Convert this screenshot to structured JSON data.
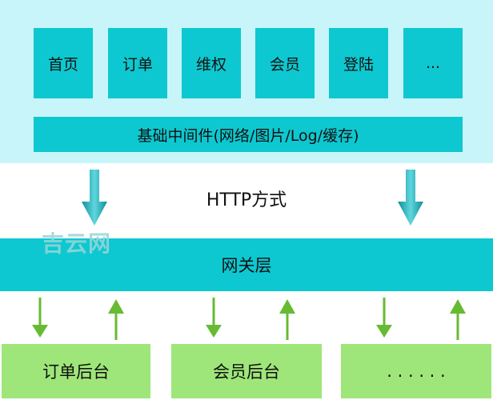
{
  "client_layer": {
    "modules": [
      "首页",
      "订单",
      "维权",
      "会员",
      "登陆",
      "..."
    ],
    "middleware": "基础中间件(网络/图片/Log/缓存)"
  },
  "protocol_label": "HTTP方式",
  "gateway_label": "网关层",
  "backends": [
    "订单后台",
    "会员后台",
    ". . . . . ."
  ],
  "watermark": "吉云网",
  "colors": {
    "client_bg": "#c8f5fa",
    "teal_block": "#0dc8d0",
    "backend_green": "#9ee679",
    "arrow_green": "#66bb33",
    "http_arrow": "#1aa9b4"
  }
}
